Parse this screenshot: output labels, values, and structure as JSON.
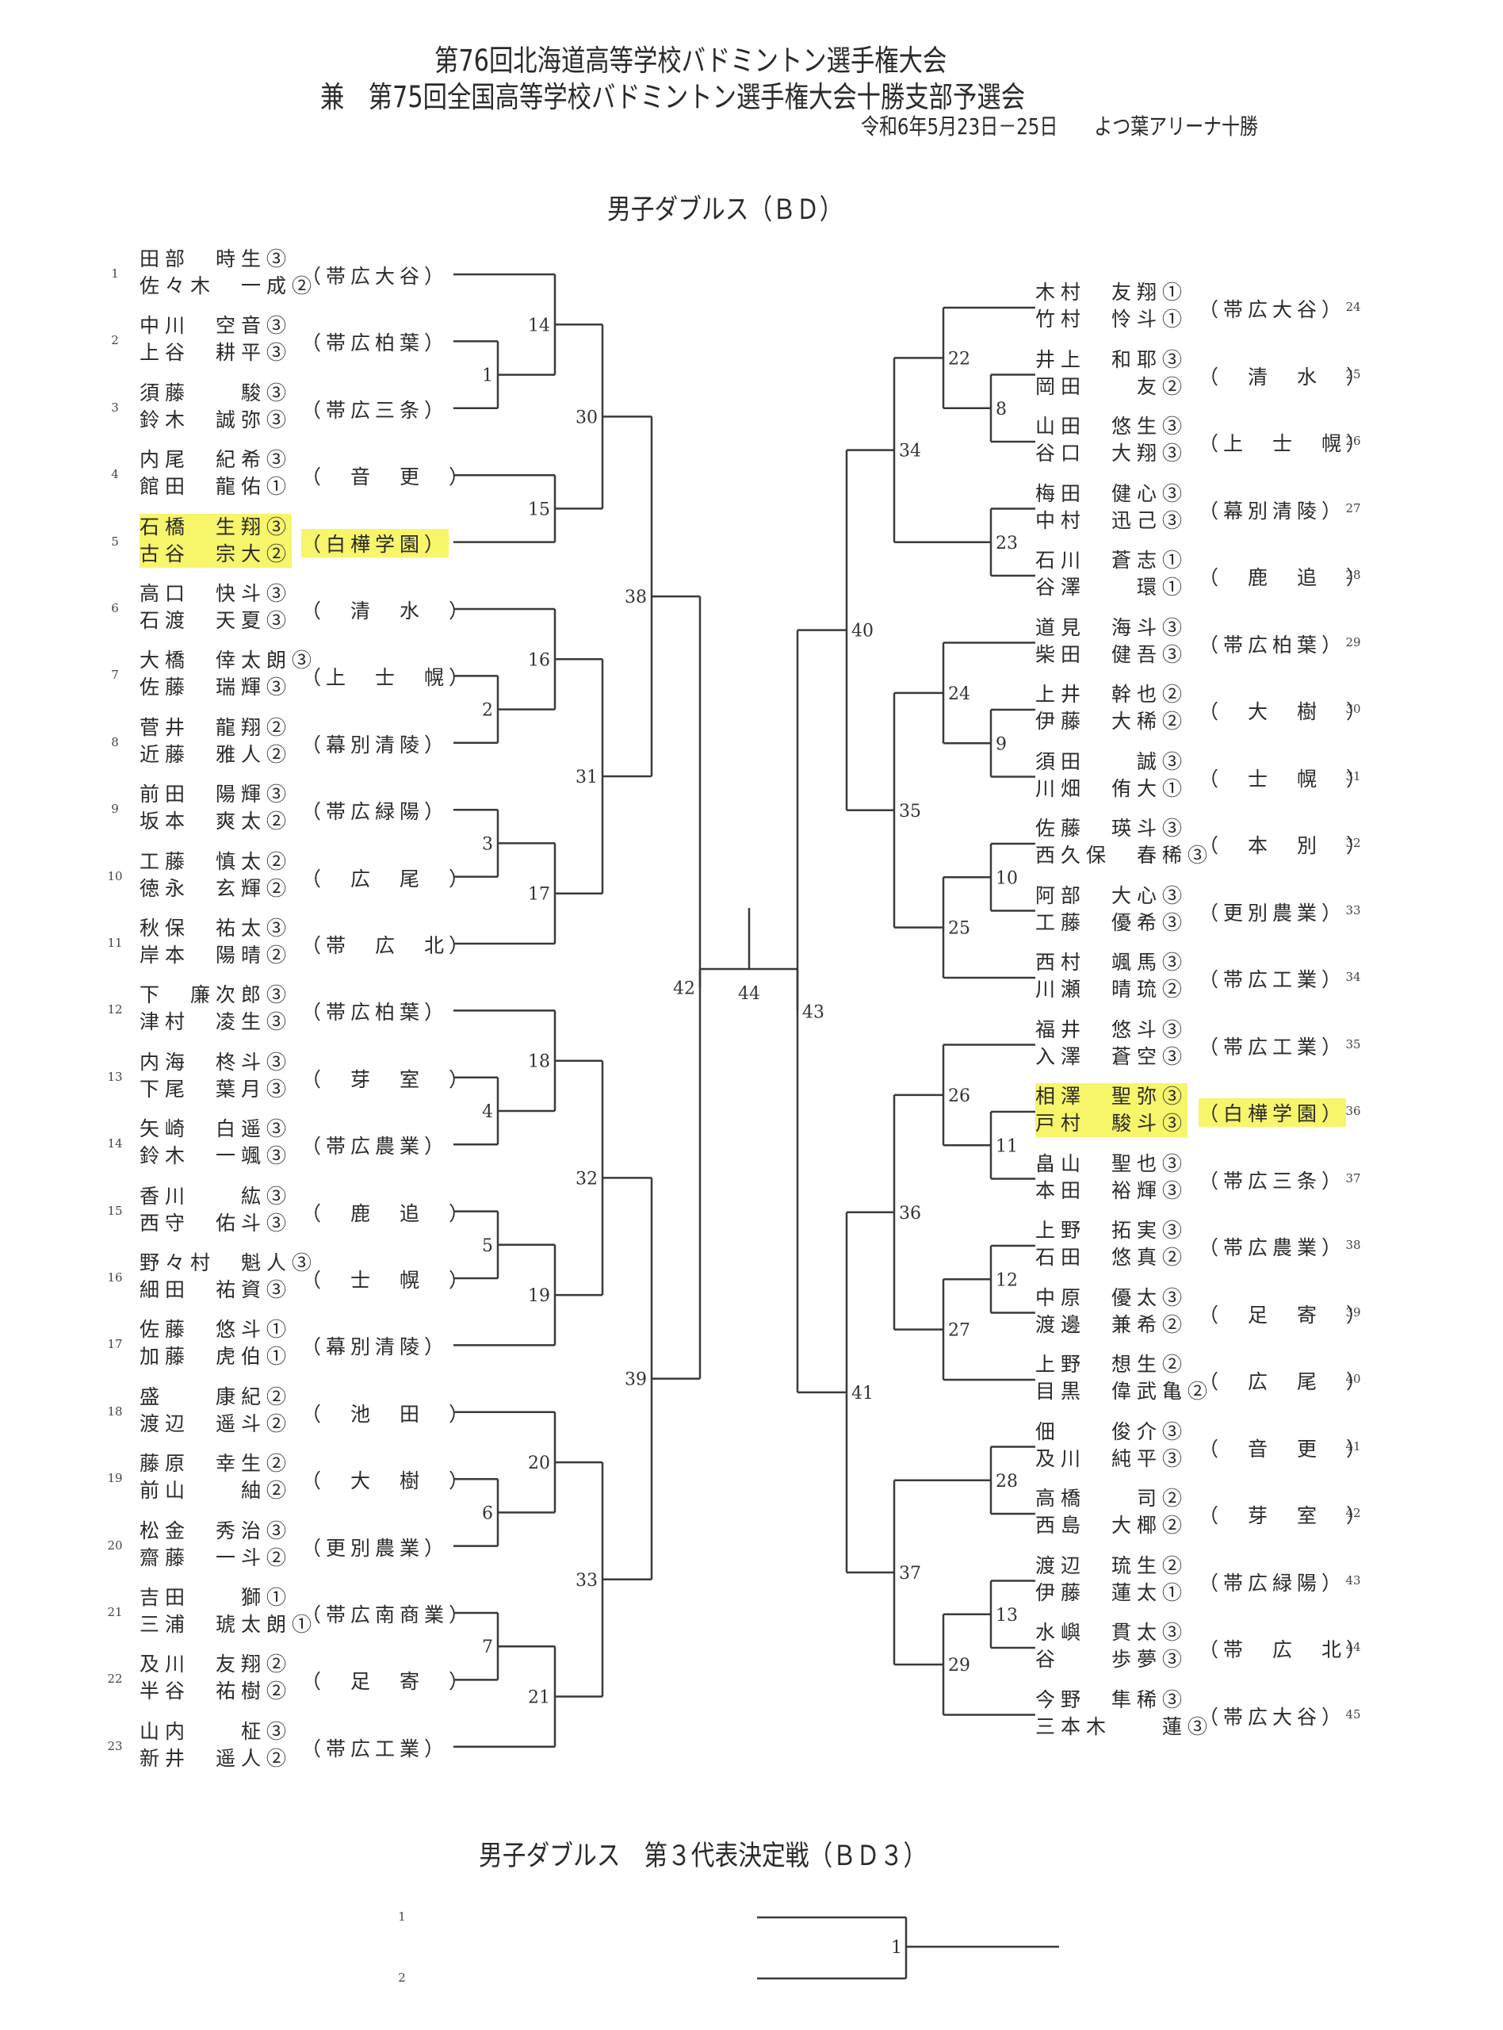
{
  "header": {
    "title_line1": "第76回北海道高等学校バドミントン選手権大会",
    "title_line2": "兼　第75回全国高等学校バドミントン選手権大会十勝支部予選会",
    "date_venue": "令和6年5月23日－25日　　よつ葉アリーナ十勝"
  },
  "main_bracket": {
    "title": "男子ダブルス（ＢＤ）",
    "highlight_color": "#f7f56a",
    "left_entries": [
      {
        "seed": "1",
        "players": [
          "田部　時生③",
          "佐々木　一成②"
        ],
        "school": "（帯広大谷）"
      },
      {
        "seed": "2",
        "players": [
          "中川　空音③",
          "上谷　耕平③"
        ],
        "school": "（帯広柏葉）"
      },
      {
        "seed": "3",
        "players": [
          "須藤　　駿③",
          "鈴木　誠弥③"
        ],
        "school": "（帯広三条）"
      },
      {
        "seed": "4",
        "players": [
          "内尾　紀希③",
          "館田　龍佑①"
        ],
        "school": "（　音　更　）"
      },
      {
        "seed": "5",
        "players": [
          "石橋　生翔③",
          "古谷　宗大②"
        ],
        "school": "（白樺学園）",
        "highlight": true
      },
      {
        "seed": "6",
        "players": [
          "高口　快斗③",
          "石渡　天夏③"
        ],
        "school": "（　清　水　）"
      },
      {
        "seed": "7",
        "players": [
          "大橋　倖太朗③",
          "佐藤　瑞輝③"
        ],
        "school": "（上　士　幌）"
      },
      {
        "seed": "8",
        "players": [
          "菅井　龍翔②",
          "近藤　雅人②"
        ],
        "school": "（幕別清陵）"
      },
      {
        "seed": "9",
        "players": [
          "前田　陽輝③",
          "坂本　爽太②"
        ],
        "school": "（帯広緑陽）"
      },
      {
        "seed": "10",
        "players": [
          "工藤　慎太②",
          "徳永　玄輝②"
        ],
        "school": "（　広　尾　）"
      },
      {
        "seed": "11",
        "players": [
          "秋保　祐太③",
          "岸本　陽晴②"
        ],
        "school": "（帯　広　北）"
      },
      {
        "seed": "12",
        "players": [
          "下　廉次郎③",
          "津村　凌生③"
        ],
        "school": "（帯広柏葉）"
      },
      {
        "seed": "13",
        "players": [
          "内海　柊斗③",
          "下尾　葉月③"
        ],
        "school": "（　芽　室　）"
      },
      {
        "seed": "14",
        "players": [
          "矢崎　白遥③",
          "鈴木　一颯③"
        ],
        "school": "（帯広農業）"
      },
      {
        "seed": "15",
        "players": [
          "香川　　紘③",
          "西守　佑斗③"
        ],
        "school": "（　鹿　追　）"
      },
      {
        "seed": "16",
        "players": [
          "野々村　魁人③",
          "細田　祐資③"
        ],
        "school": "（　士　幌　）"
      },
      {
        "seed": "17",
        "players": [
          "佐藤　悠斗①",
          "加藤　虎伯①"
        ],
        "school": "（幕別清陵）"
      },
      {
        "seed": "18",
        "players": [
          "盛　　康紀②",
          "渡辺　遥斗②"
        ],
        "school": "（　池　田　）"
      },
      {
        "seed": "19",
        "players": [
          "藤原　幸生②",
          "前山　　紬②"
        ],
        "school": "（　大　樹　）"
      },
      {
        "seed": "20",
        "players": [
          "松金　秀治③",
          "齋藤　一斗②"
        ],
        "school": "（更別農業）"
      },
      {
        "seed": "21",
        "players": [
          "吉田　　獅①",
          "三浦　琥太朗①"
        ],
        "school": "（帯広南商業）"
      },
      {
        "seed": "22",
        "players": [
          "及川　友翔②",
          "半谷　祐樹②"
        ],
        "school": "（　足　寄　）"
      },
      {
        "seed": "23",
        "players": [
          "山内　　柾③",
          "新井　遥人②"
        ],
        "school": "（帯広工業）"
      }
    ],
    "right_entries": [
      {
        "seed": "24",
        "players": [
          "木村　友翔①",
          "竹村　怜斗①"
        ],
        "school": "（帯広大谷）"
      },
      {
        "seed": "25",
        "players": [
          "井上　和耶③",
          "岡田　　友②"
        ],
        "school": "（　清　水　）"
      },
      {
        "seed": "26",
        "players": [
          "山田　悠生③",
          "谷口　大翔③"
        ],
        "school": "（上　士　幌）"
      },
      {
        "seed": "27",
        "players": [
          "梅田　健心③",
          "中村　迅己③"
        ],
        "school": "（幕別清陵）"
      },
      {
        "seed": "28",
        "players": [
          "石川　蒼志①",
          "谷澤　　環①"
        ],
        "school": "（　鹿　追　）"
      },
      {
        "seed": "29",
        "players": [
          "道見　海斗③",
          "柴田　健吾③"
        ],
        "school": "（帯広柏葉）"
      },
      {
        "seed": "30",
        "players": [
          "上井　幹也②",
          "伊藤　大稀②"
        ],
        "school": "（　大　樹　）"
      },
      {
        "seed": "31",
        "players": [
          "須田　　誠③",
          "川畑　侑大①"
        ],
        "school": "（　士　幌　）"
      },
      {
        "seed": "32",
        "players": [
          "佐藤　瑛斗③",
          "西久保　春稀③"
        ],
        "school": "（　本　別　）"
      },
      {
        "seed": "33",
        "players": [
          "阿部　大心③",
          "工藤　優希③"
        ],
        "school": "（更別農業）"
      },
      {
        "seed": "34",
        "players": [
          "西村　颯馬③",
          "川瀬　晴琉②"
        ],
        "school": "（帯広工業）"
      },
      {
        "seed": "35",
        "players": [
          "福井　悠斗③",
          "入澤　蒼空③"
        ],
        "school": "（帯広工業）"
      },
      {
        "seed": "36",
        "players": [
          "相澤　聖弥③",
          "戸村　駿斗③"
        ],
        "school": "（白樺学園）",
        "highlight": true
      },
      {
        "seed": "37",
        "players": [
          "畠山　聖也③",
          "本田　裕輝③"
        ],
        "school": "（帯広三条）"
      },
      {
        "seed": "38",
        "players": [
          "上野　拓実③",
          "石田　悠真②"
        ],
        "school": "（帯広農業）"
      },
      {
        "seed": "39",
        "players": [
          "中原　優太③",
          "渡邊　兼希②"
        ],
        "school": "（　足　寄　）"
      },
      {
        "seed": "40",
        "players": [
          "上野　想生②",
          "目黒　偉武亀②"
        ],
        "school": "（　広　尾　）"
      },
      {
        "seed": "41",
        "players": [
          "佃　　俊介③",
          "及川　純平③"
        ],
        "school": "（　音　更　）"
      },
      {
        "seed": "42",
        "players": [
          "高橋　　司②",
          "西島　大椰②"
        ],
        "school": "（　芽　室　）"
      },
      {
        "seed": "43",
        "players": [
          "渡辺　琉生②",
          "伊藤　蓮太①"
        ],
        "school": "（帯広緑陽）"
      },
      {
        "seed": "44",
        "players": [
          "水嶼　貫太③",
          "谷　　歩夢③"
        ],
        "school": "（帯　広　北）"
      },
      {
        "seed": "45",
        "players": [
          "今野　隼稀③",
          "三本木　　蓮③"
        ],
        "school": "（帯広大谷）"
      }
    ],
    "left_matches": [
      {
        "no": "1",
        "a": "e2",
        "b": "e3"
      },
      {
        "no": "14",
        "a": "e1",
        "b": "m1"
      },
      {
        "no": "15",
        "a": "e4",
        "b": "e5"
      },
      {
        "no": "30",
        "a": "m14",
        "b": "m15"
      },
      {
        "no": "2",
        "a": "e7",
        "b": "e8"
      },
      {
        "no": "16",
        "a": "e6",
        "b": "m2"
      },
      {
        "no": "3",
        "a": "e9",
        "b": "e10"
      },
      {
        "no": "17",
        "a": "m3",
        "b": "e11"
      },
      {
        "no": "31",
        "a": "m16",
        "b": "m17"
      },
      {
        "no": "38",
        "a": "m30",
        "b": "m31"
      },
      {
        "no": "4",
        "a": "e13",
        "b": "e14"
      },
      {
        "no": "18",
        "a": "e12",
        "b": "m4"
      },
      {
        "no": "5",
        "a": "e15",
        "b": "e16"
      },
      {
        "no": "19",
        "a": "m5",
        "b": "e17"
      },
      {
        "no": "32",
        "a": "m18",
        "b": "m19"
      },
      {
        "no": "6",
        "a": "e19",
        "b": "e20"
      },
      {
        "no": "20",
        "a": "e18",
        "b": "m6"
      },
      {
        "no": "7",
        "a": "e21",
        "b": "e22"
      },
      {
        "no": "21",
        "a": "m7",
        "b": "e23"
      },
      {
        "no": "33",
        "a": "m20",
        "b": "m21"
      },
      {
        "no": "39",
        "a": "m32",
        "b": "m33"
      },
      {
        "no": "42",
        "a": "m38",
        "b": "m39"
      }
    ],
    "right_matches": [
      {
        "no": "8",
        "a": "e25",
        "b": "e26"
      },
      {
        "no": "22",
        "a": "e24",
        "b": "m8"
      },
      {
        "no": "23",
        "a": "e27",
        "b": "e28"
      },
      {
        "no": "34",
        "a": "m22",
        "b": "m23"
      },
      {
        "no": "9",
        "a": "e30",
        "b": "e31"
      },
      {
        "no": "24",
        "a": "e29",
        "b": "m9"
      },
      {
        "no": "10",
        "a": "e32",
        "b": "e33"
      },
      {
        "no": "25",
        "a": "m10",
        "b": "e34"
      },
      {
        "no": "35",
        "a": "m24",
        "b": "m25"
      },
      {
        "no": "40",
        "a": "m34",
        "b": "m35"
      },
      {
        "no": "11",
        "a": "e36",
        "b": "e37"
      },
      {
        "no": "26",
        "a": "e35",
        "b": "m11"
      },
      {
        "no": "12",
        "a": "e38",
        "b": "e39"
      },
      {
        "no": "27",
        "a": "m12",
        "b": "e40"
      },
      {
        "no": "36",
        "a": "m26",
        "b": "m27"
      },
      {
        "no": "28",
        "a": "e41",
        "b": "e42"
      },
      {
        "no": "13",
        "a": "e43",
        "b": "e44"
      },
      {
        "no": "29",
        "a": "m13",
        "b": "e45"
      },
      {
        "no": "37",
        "a": "m28",
        "b": "m29"
      },
      {
        "no": "41",
        "a": "m36",
        "b": "m37"
      },
      {
        "no": "43",
        "a": "m40",
        "b": "m41"
      }
    ],
    "final_match": {
      "no": "44",
      "a": "m42",
      "b": "m43"
    }
  },
  "third_place_bracket": {
    "title": "男子ダブルス　第３代表決定戦（ＢＤ３）",
    "slots": [
      "1",
      "2"
    ],
    "match_no": "1"
  }
}
